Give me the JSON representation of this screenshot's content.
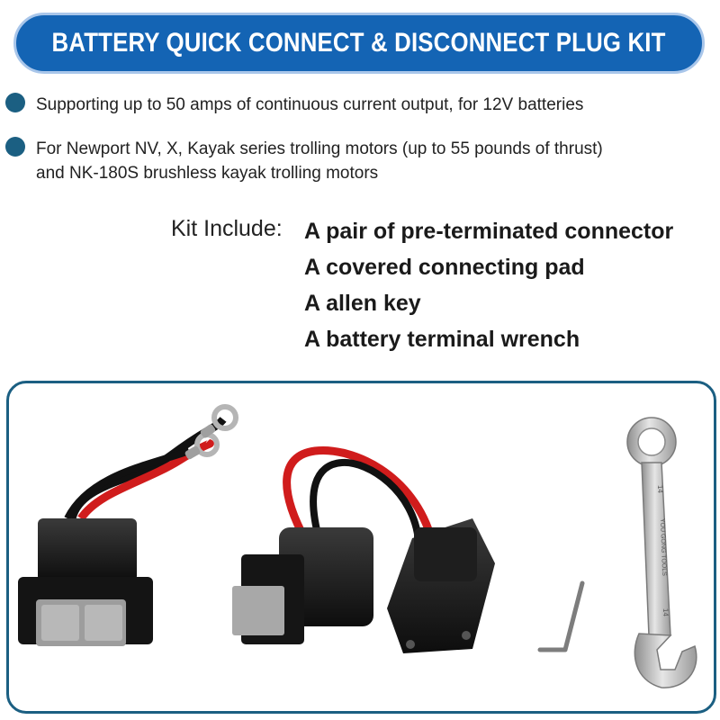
{
  "header": {
    "title": "BATTERY QUICK CONNECT & DISCONNECT PLUG KIT"
  },
  "features": [
    {
      "text": "Supporting up to 50 amps of continuous current output, for 12V batteries"
    },
    {
      "line1": "For Newport NV, X, Kayak series trolling motors (up to 55 pounds of thrust)",
      "line2": "and NK-180S brushless kayak trolling motors"
    }
  ],
  "kit": {
    "label": "Kit Include:",
    "items": [
      "A pair of pre-terminated connector",
      "A covered connecting pad",
      "A allen key",
      "A battery terminal wrench"
    ]
  },
  "product_image": {
    "wrench_marking": "YOU GONG TOOLS",
    "wrench_size": "14"
  },
  "colors": {
    "banner": "#1464b4",
    "banner_border": "#a9c6ea",
    "bullet": "#1b5f82",
    "frame_border": "#1b5f82"
  }
}
